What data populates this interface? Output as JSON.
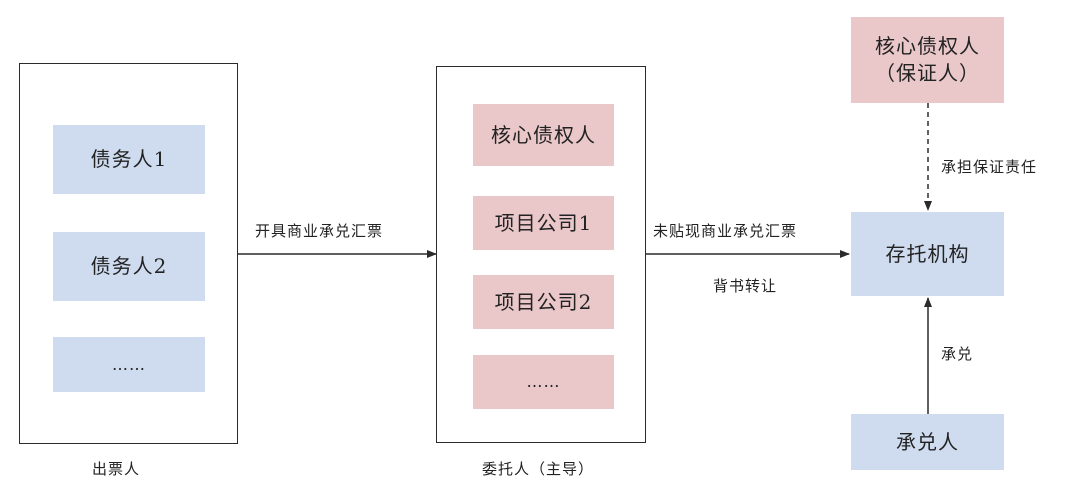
{
  "issuer_group": {
    "label": "出票人",
    "items": [
      "债务人1",
      "债务人2",
      "……"
    ]
  },
  "principal_group": {
    "label": "委托人（主导）",
    "items": [
      "核心债权人",
      "项目公司1",
      "项目公司2",
      "……"
    ]
  },
  "guarantor": {
    "line1": "核心债权人",
    "line2": "（保证人）"
  },
  "custodian": "存托机构",
  "acceptor": "承兑人",
  "edges": {
    "issue": "开具商业承兑汇票",
    "transfer_top": "未贴现商业承兑汇票",
    "transfer_bottom": "背书转让",
    "guarantee": "承担保证责任",
    "accept": "承兑"
  },
  "colors": {
    "blue_box": "#cfdcf0",
    "pink_box": "#eac8ca",
    "line": "#2b2b2b"
  }
}
